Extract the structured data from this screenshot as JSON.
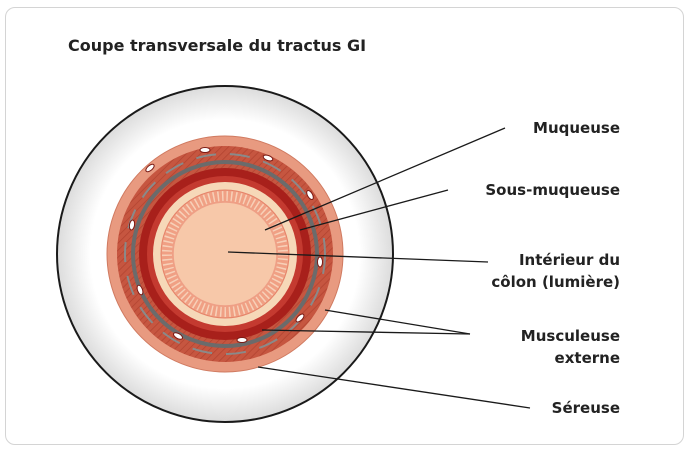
{
  "title": "Coupe transversale du tractus GI",
  "labels": {
    "mucosa": "Muqueuse",
    "submucosa": "Sous-muqueuse",
    "lumen_line1": "Intérieur du",
    "lumen_line2": "côlon (lumière)",
    "muscularis_line1": "Musculeuse",
    "muscularis_line2": "externe",
    "serosa": "Séreuse"
  },
  "colors": {
    "outer_disc": "#ffffff",
    "outer_ring_shadow": "#e8e8e8",
    "serosa": "#e79a82",
    "muscularis": "#c44f3a",
    "submucosa": "#a61f1a",
    "mucosa_band": "#f6d7b8",
    "villi": "#ef9c7f",
    "lumen": "#f7c8a9"
  }
}
